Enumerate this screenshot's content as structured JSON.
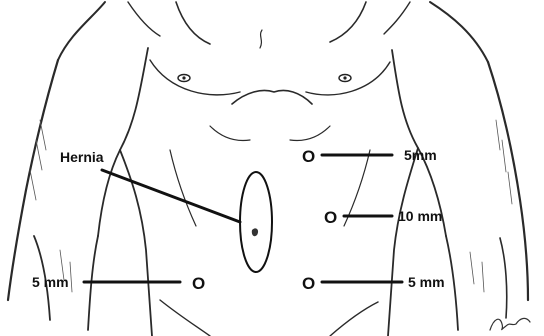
{
  "labels": {
    "hernia": "Hernia",
    "upper_right": "5mm",
    "middle_right": "10 mm",
    "lower_right": "5 mm",
    "lower_left": "5 mm",
    "signature": "Rani"
  },
  "ports": {
    "upper": "O",
    "middle": "O",
    "lower_right": "O",
    "lower_left": "O"
  }
}
